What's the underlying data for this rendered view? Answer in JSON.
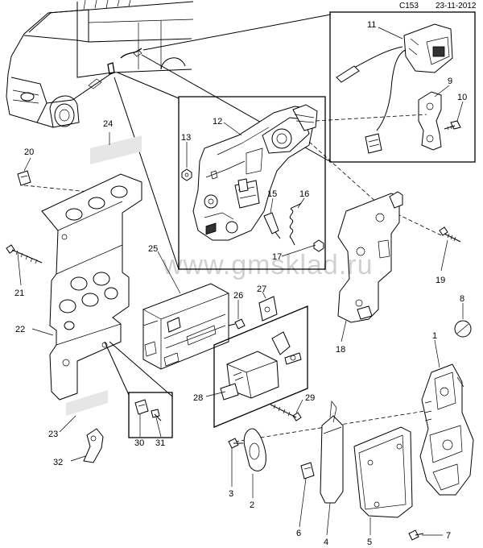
{
  "header": {
    "code": "C153",
    "date": "23-11-2012"
  },
  "watermark": "www.gmsklad.ru",
  "callouts": [
    {
      "id": "1",
      "label": "1"
    },
    {
      "id": "2",
      "label": "2"
    },
    {
      "id": "3",
      "label": "3"
    },
    {
      "id": "4",
      "label": "4"
    },
    {
      "id": "5",
      "label": "5"
    },
    {
      "id": "6",
      "label": "6"
    },
    {
      "id": "7",
      "label": "7"
    },
    {
      "id": "8",
      "label": "8"
    },
    {
      "id": "9",
      "label": "9"
    },
    {
      "id": "10",
      "label": "10"
    },
    {
      "id": "11",
      "label": "11"
    },
    {
      "id": "12",
      "label": "12"
    },
    {
      "id": "13",
      "label": "13"
    },
    {
      "id": "15",
      "label": "15"
    },
    {
      "id": "16",
      "label": "16"
    },
    {
      "id": "17",
      "label": "17"
    },
    {
      "id": "18",
      "label": "18"
    },
    {
      "id": "19",
      "label": "19"
    },
    {
      "id": "20",
      "label": "20"
    },
    {
      "id": "21",
      "label": "21"
    },
    {
      "id": "22",
      "label": "22"
    },
    {
      "id": "23",
      "label": "23"
    },
    {
      "id": "24",
      "label": "24"
    },
    {
      "id": "25",
      "label": "25"
    },
    {
      "id": "26",
      "label": "26"
    },
    {
      "id": "27",
      "label": "27"
    },
    {
      "id": "28",
      "label": "28"
    },
    {
      "id": "29",
      "label": "29"
    },
    {
      "id": "30",
      "label": "30"
    },
    {
      "id": "31",
      "label": "31"
    },
    {
      "id": "32",
      "label": "32"
    }
  ]
}
